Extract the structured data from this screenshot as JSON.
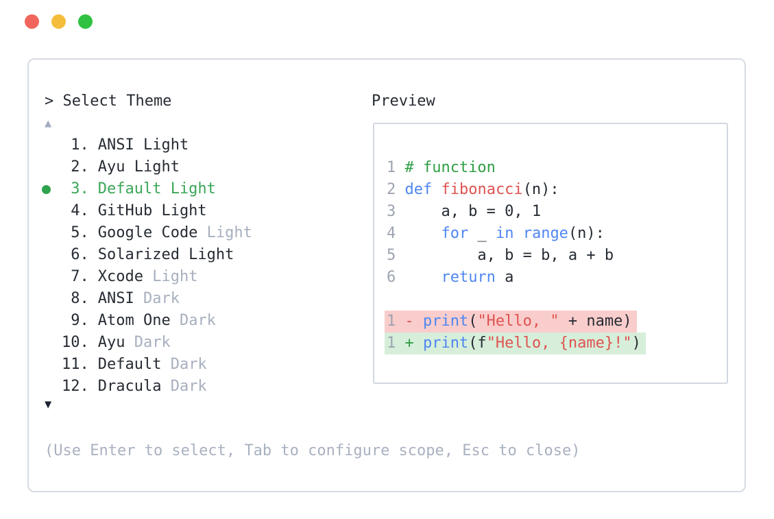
{
  "window_controls": {
    "close_color": "#f2655c",
    "minimize_color": "#f5bd3b",
    "zoom_color": "#2fc240"
  },
  "prompt": "> Select Theme",
  "scroll_indicators": {
    "up": "▲",
    "down": "▼"
  },
  "theme_menu": {
    "items": [
      {
        "number": "1.",
        "name": "ANSI Light",
        "variant": "",
        "selected": false
      },
      {
        "number": "2.",
        "name": "Ayu Light",
        "variant": "",
        "selected": false
      },
      {
        "number": "3.",
        "name": "Default Light",
        "variant": "",
        "selected": true
      },
      {
        "number": "4.",
        "name": "GitHub Light",
        "variant": "",
        "selected": false
      },
      {
        "number": "5.",
        "name": "Google Code",
        "variant": "Light",
        "selected": false
      },
      {
        "number": "6.",
        "name": "Solarized Light",
        "variant": "",
        "selected": false
      },
      {
        "number": "7.",
        "name": "Xcode",
        "variant": "Light",
        "selected": false
      },
      {
        "number": "8.",
        "name": "ANSI",
        "variant": "Dark",
        "selected": false
      },
      {
        "number": "9.",
        "name": "Atom One",
        "variant": "Dark",
        "selected": false
      },
      {
        "number": "10.",
        "name": "Ayu",
        "variant": "Dark",
        "selected": false
      },
      {
        "number": "11.",
        "name": "Default",
        "variant": "Dark",
        "selected": false
      },
      {
        "number": "12.",
        "name": "Dracula",
        "variant": "Dark",
        "selected": false
      }
    ]
  },
  "preview": {
    "label": "Preview",
    "code_lines": [
      {
        "num": "1",
        "tokens": [
          {
            "text": "# function",
            "color": "comment"
          }
        ]
      },
      {
        "num": "2",
        "tokens": [
          {
            "text": "def",
            "color": "keyword"
          },
          {
            "text": " ",
            "color": "plain"
          },
          {
            "text": "fibonacci",
            "color": "function"
          },
          {
            "text": "(n):",
            "color": "plain"
          }
        ]
      },
      {
        "num": "3",
        "tokens": [
          {
            "text": "    a, b = 0, 1",
            "color": "plain"
          }
        ]
      },
      {
        "num": "4",
        "tokens": [
          {
            "text": "    ",
            "color": "plain"
          },
          {
            "text": "for",
            "color": "keyword"
          },
          {
            "text": " _ ",
            "color": "plain"
          },
          {
            "text": "in",
            "color": "keyword"
          },
          {
            "text": " ",
            "color": "plain"
          },
          {
            "text": "range",
            "color": "keyword"
          },
          {
            "text": "(n):",
            "color": "plain"
          }
        ]
      },
      {
        "num": "5",
        "tokens": [
          {
            "text": "        a, b = b, a + b",
            "color": "plain"
          }
        ]
      },
      {
        "num": "6",
        "tokens": [
          {
            "text": "    ",
            "color": "plain"
          },
          {
            "text": "return",
            "color": "keyword"
          },
          {
            "text": " a",
            "color": "plain"
          }
        ]
      }
    ],
    "diff_lines": [
      {
        "num": "1",
        "sign": "-",
        "kind": "removed",
        "tokens": [
          {
            "text": "print",
            "color": "keyword"
          },
          {
            "text": "(",
            "color": "plain"
          },
          {
            "text": "\"Hello, \"",
            "color": "string"
          },
          {
            "text": " + name)",
            "color": "plain"
          }
        ]
      },
      {
        "num": "1",
        "sign": "+",
        "kind": "added",
        "tokens": [
          {
            "text": "print",
            "color": "keyword"
          },
          {
            "text": "(f",
            "color": "plain"
          },
          {
            "text": "\"Hello, {name}!\"",
            "color": "string"
          },
          {
            "text": ")",
            "color": "plain"
          }
        ]
      }
    ]
  },
  "help_text": "(Use Enter to select, Tab to configure scope, Esc to close)",
  "colors": {
    "text_primary": "#262b33",
    "muted_gray": "#a7afbe",
    "help_gray": "#a9b1c0",
    "line_number_gray": "#9ca3af",
    "selected_green": "#3aa657",
    "selected_dot_green": "#2fa24d",
    "comment_green": "#2f9e44",
    "keyword_blue": "#4f86f0",
    "literal_red": "#df5350",
    "diff_removed_bg": "#f9cdcc",
    "diff_added_bg": "#d6eeda",
    "panel_border": "#d6dae2",
    "preview_border": "#d2d7e0",
    "scroll_up_gray": "#a3aec2",
    "scroll_down_dark": "#1d2230"
  }
}
